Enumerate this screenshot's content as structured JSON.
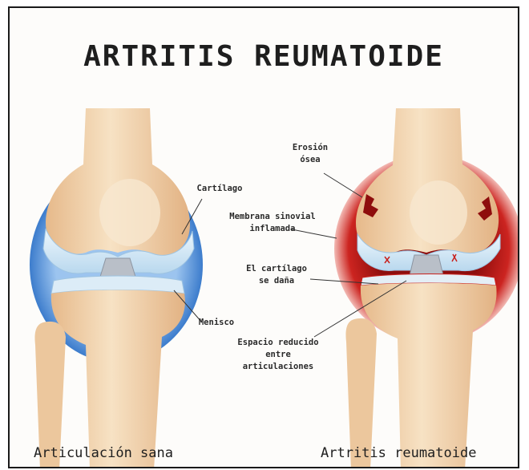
{
  "title": "ARTRITIS REUMATOIDE",
  "labels": {
    "cartilage": "Cartílago",
    "meniscus": "Menisco",
    "bone_erosion": "Erosión\nósea",
    "inflamed_synovium": "Membrana sinovial\ninflamada",
    "cartilage_damage": "El cartílago\nse daña",
    "reduced_space": "Espacio reducido\nentre\narticulaciones"
  },
  "captions": {
    "healthy": "Articulación sana",
    "arthritis": "Artritis reumatoide"
  },
  "colors": {
    "bone": "#f3d6b0",
    "cartilage": "#d6e9f5",
    "healthy_capsule": "#4f8fd6",
    "inflamed_capsule": "#c8201c"
  }
}
